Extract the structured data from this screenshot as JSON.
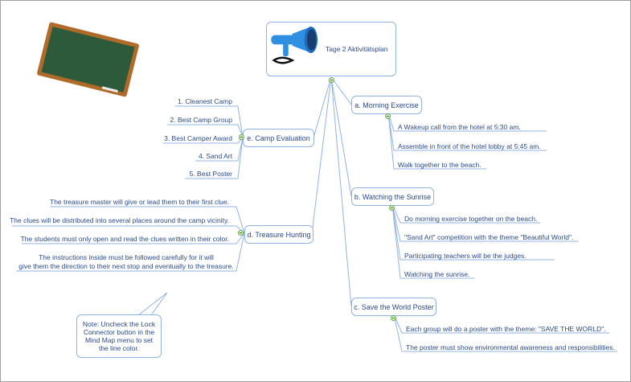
{
  "root": {
    "title": "Tage 2 Aktivitätsplan",
    "icon": "megaphone-icon"
  },
  "branches": {
    "a": {
      "label": "a. Morning Exercise",
      "items": [
        "A Wakeup call from the hotel at 5:30 am.",
        "Assemble in front of the hotel lobby at 5:45 am.",
        "Walk together to the beach."
      ]
    },
    "b": {
      "label": "b. Watching the Sunrise",
      "items": [
        "Do morning exercise together on the beach.",
        "\"Sand Art\" competition with the theme \"Beautiful World\".",
        "Participating teachers will be the judges.",
        "Watching the sunrise."
      ]
    },
    "c": {
      "label": "c. Save the World Poster",
      "items": [
        "Each group will do a poster with the theme: \"SAVE THE WORLD\".",
        "The poster must show environmental awareness and responsibilities."
      ]
    },
    "d": {
      "label": "d. Treasure Hunting",
      "items": [
        "The treasure master will give or lead them to their first clue.",
        "The clues will be distributed into several places around the camp vicinity.",
        "The students must only open and read the clues written in their color.",
        "The instructions inside must be followed carefully for it will",
        "give them the direction to their next stop and eventually to the treasure."
      ]
    },
    "e": {
      "label": "e. Camp Evaluation",
      "items": [
        "1. Cleanest Camp",
        "2. Best Camp Group",
        "3. Best Camper Award",
        "4. Sand Art",
        "5. Best Poster"
      ]
    }
  },
  "note": {
    "text": "Note: Uncheck the Lock Connector button in the Mind Map menu to set the line color."
  },
  "decor": {
    "chalkboard": "chalkboard-icon"
  }
}
